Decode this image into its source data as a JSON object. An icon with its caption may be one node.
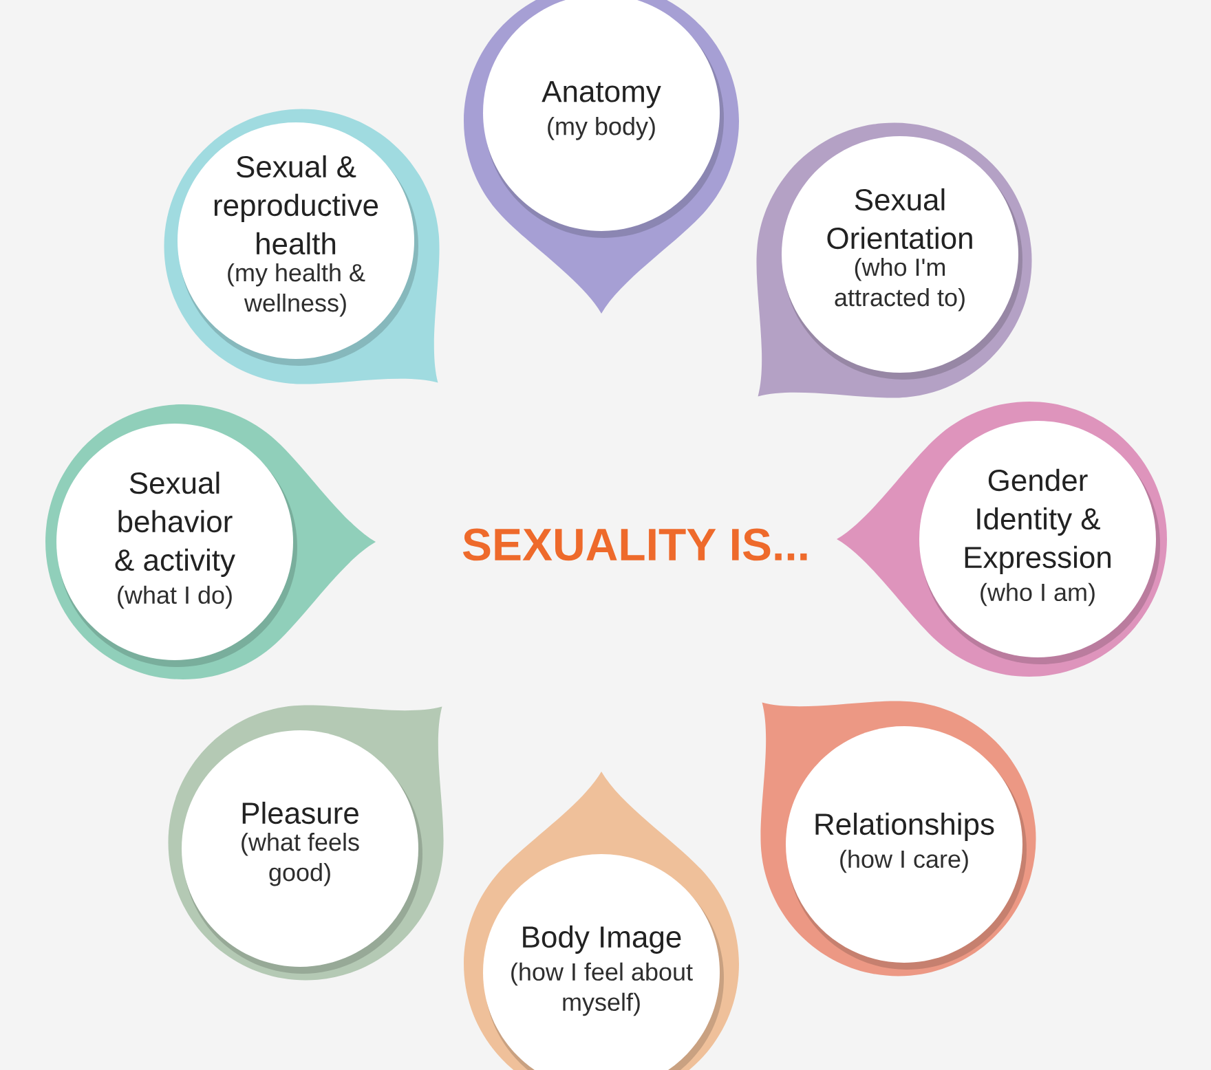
{
  "diagram": {
    "title": "SEXUALITY IS...",
    "nodes": [
      {
        "text": [
          "Anatomy",
          "(my body)"
        ]
      },
      {
        "text": [
          "Sexual Orientation",
          "(who I'm attracted to)"
        ]
      },
      {
        "text": [
          "Gender Identity & Expression",
          "(who I am)"
        ]
      },
      {
        "text": [
          "Relationships",
          "(how I care)"
        ]
      },
      {
        "text": [
          "Body Image",
          "(how I feel about myself)"
        ]
      },
      {
        "text": [
          "Pleasure",
          "(what feels good)"
        ]
      },
      {
        "text": [
          "Sexual behavior & activity",
          "(what I do)"
        ]
      },
      {
        "text": [
          "Sexual & reproductive health",
          "(my health & wellness)"
        ]
      }
    ]
  }
}
